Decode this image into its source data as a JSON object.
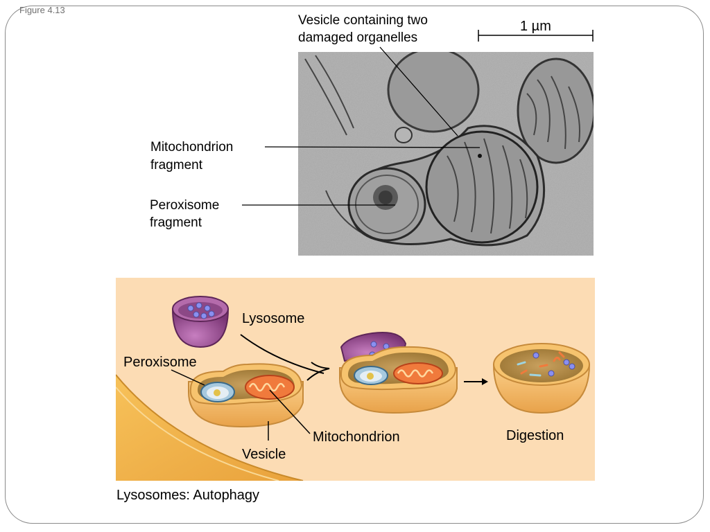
{
  "figure_number": "Figure 4.13",
  "micrograph": {
    "vesicle_label_line1": "Vesicle containing two",
    "vesicle_label_line2": "damaged organelles",
    "scale_bar": "1 µm",
    "mito_label_line1": "Mitochondrion",
    "mito_label_line2": "fragment",
    "perox_label_line1": "Peroxisome",
    "perox_label_line2": "fragment"
  },
  "illustration": {
    "lysosome": "Lysosome",
    "peroxisome": "Peroxisome",
    "mitochondrion": "Mitochondrion",
    "vesicle": "Vesicle",
    "digestion": "Digestion",
    "background_color": "#fcdcb4",
    "lysosome_color": "#8b4585",
    "vesicle_color": "#f4b860",
    "mitochondrion_color": "#e8502a"
  },
  "caption": "Lysosomes: Autophagy"
}
